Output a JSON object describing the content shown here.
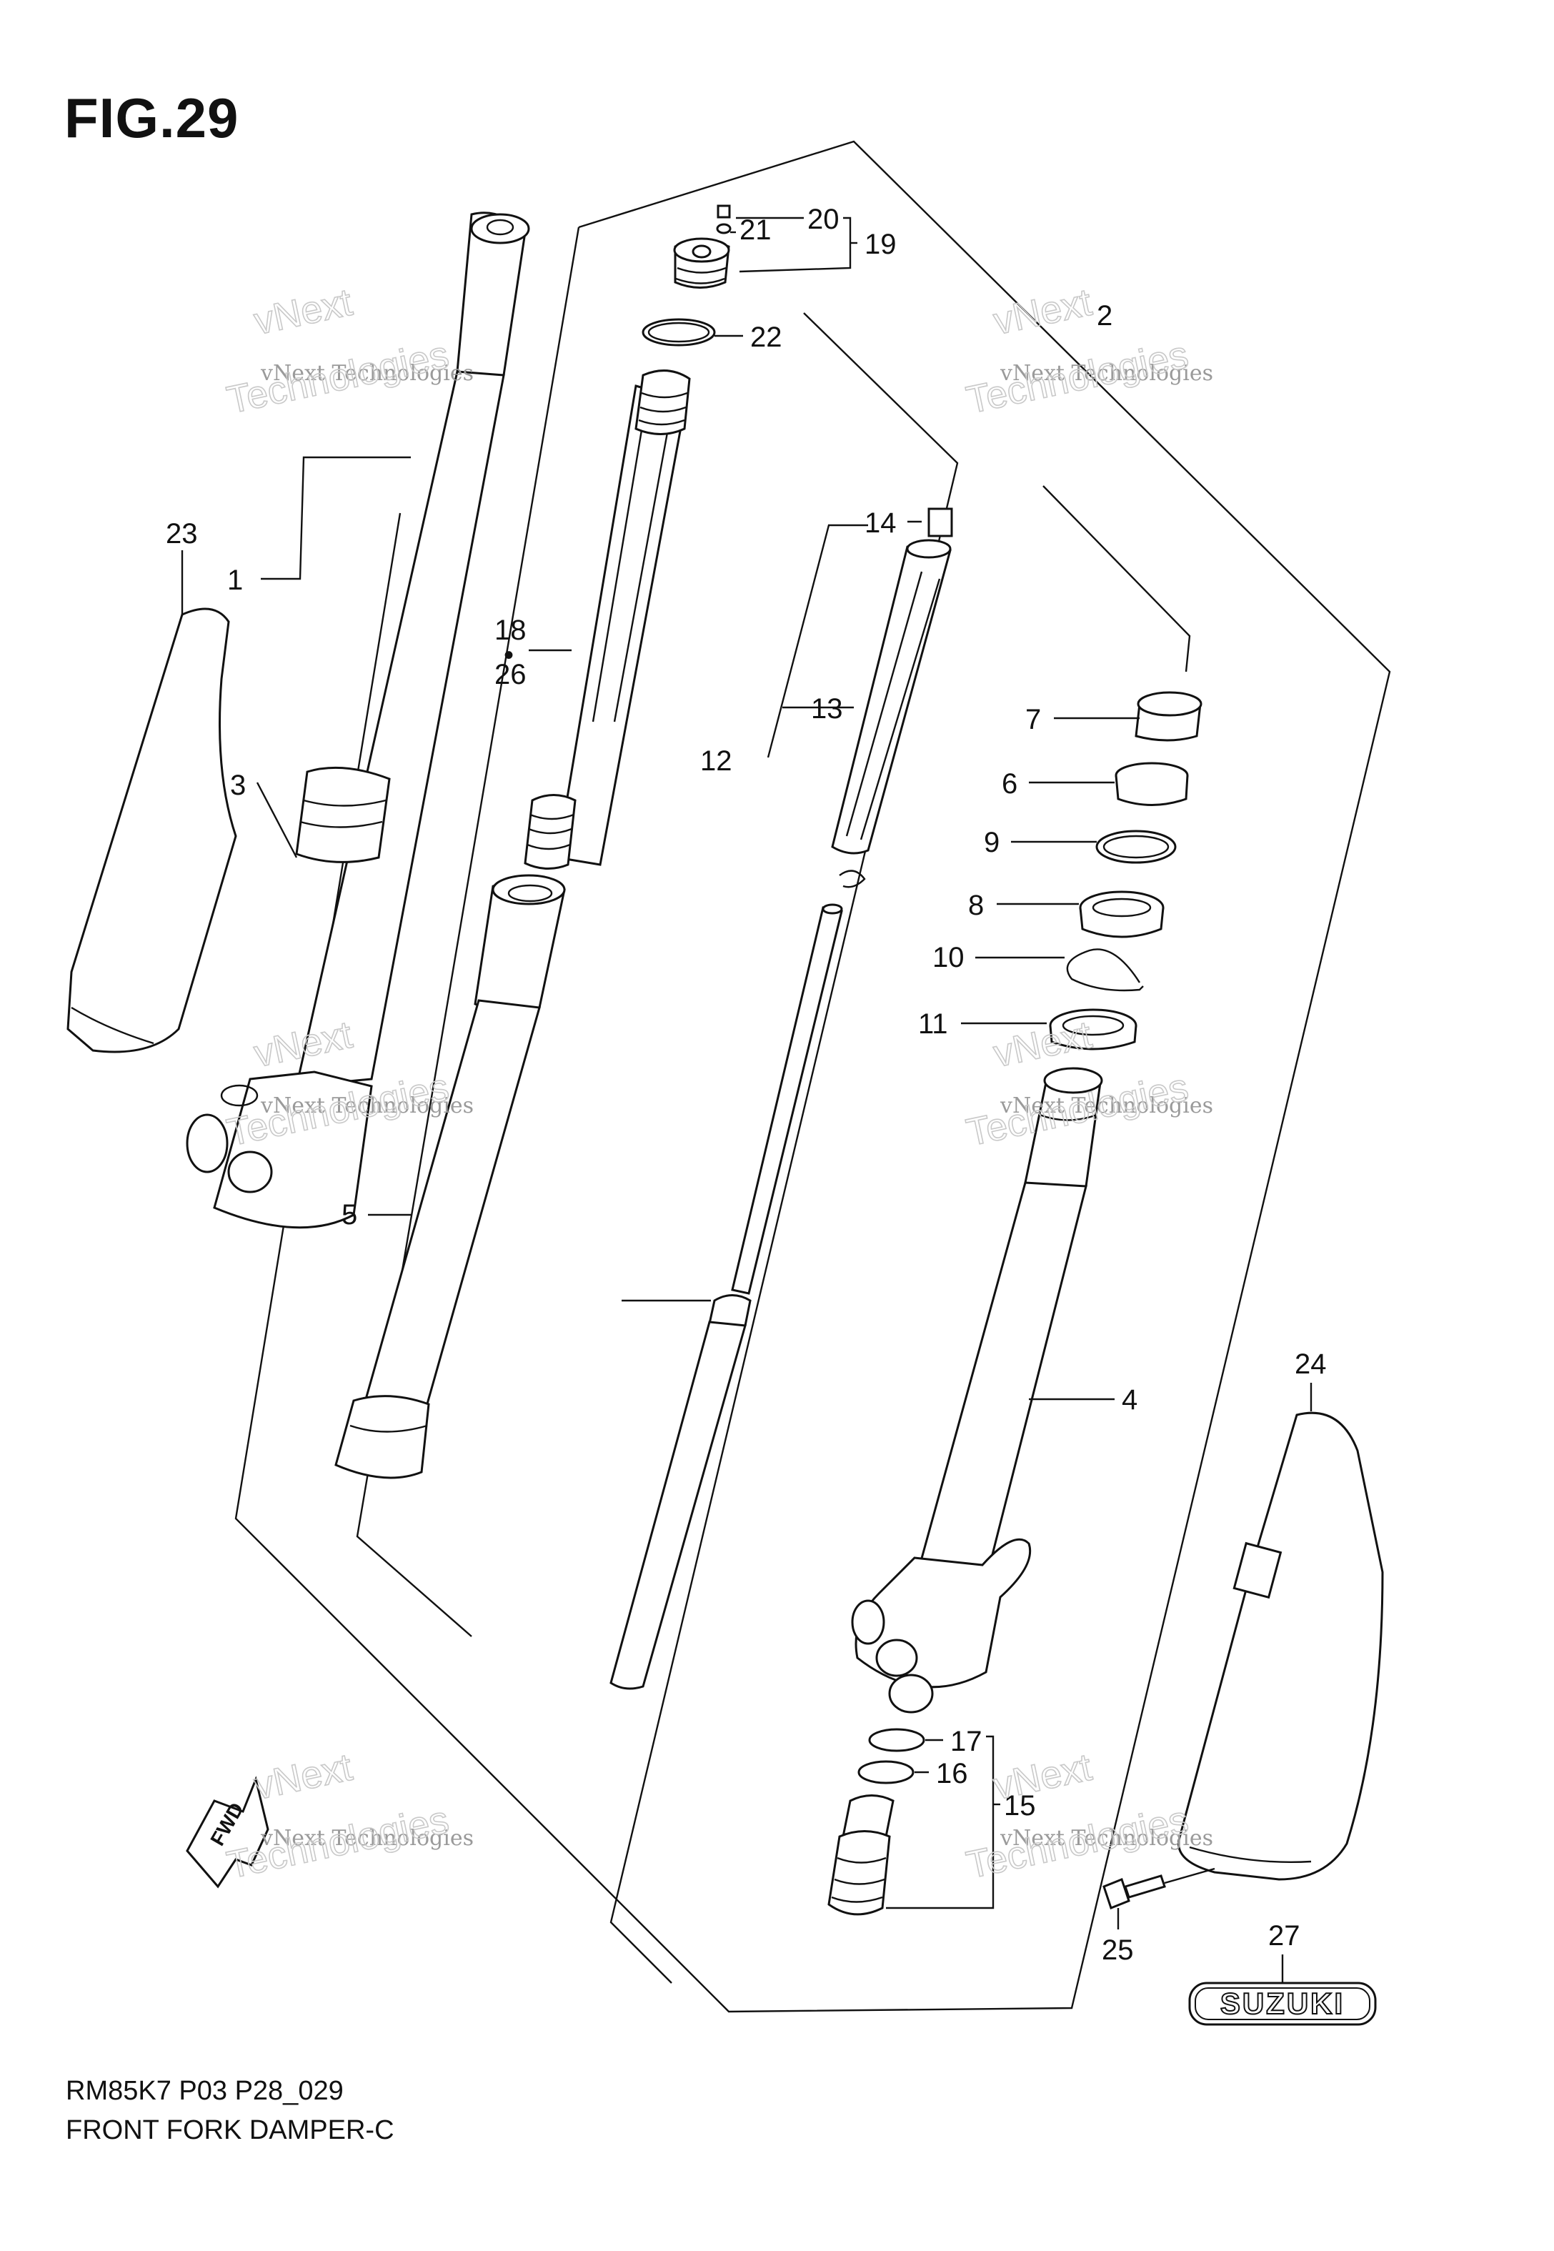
{
  "figure": {
    "title": "FIG.29",
    "caption_line1": "RM85K7 P03 P28_029",
    "caption_line2": "FRONT FORK DAMPER-C"
  },
  "watermark": {
    "line1": "vNext Technologies",
    "line2": "Technologies",
    "line3": "vNext"
  },
  "labels": {
    "p1": "1",
    "p2": "2",
    "p3": "3",
    "p4": "4",
    "p5": "5",
    "p6": "6",
    "p7": "7",
    "p8": "8",
    "p9": "9",
    "p10": "10",
    "p11": "11",
    "p12": "12",
    "p13": "13",
    "p14": "14",
    "p15": "15",
    "p16": "16",
    "p17": "17",
    "p18": "18",
    "p18_dot": "•",
    "p26": "26",
    "p19": "19",
    "p20": "20",
    "p21": "21",
    "p22": "22",
    "p23": "23",
    "p24": "24",
    "p25": "25",
    "p27": "27"
  },
  "badge": {
    "text": "SUZUKI"
  },
  "fwd": {
    "text": "FWD"
  }
}
